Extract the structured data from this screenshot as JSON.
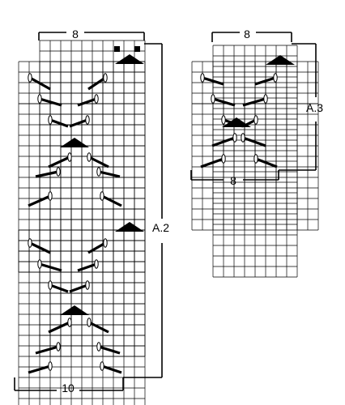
{
  "diagrams": {
    "a2": {
      "name": "A.2",
      "top_width_label": "8",
      "bottom_width_label": "10"
    },
    "a3": {
      "name": "A.3",
      "top_width_label": "8",
      "bottom_width_label": "8"
    }
  },
  "symbols": {
    "decrease": "black triangle (double decrease)",
    "cable": "slanted cable stitch",
    "squares": "black squares (no stitch)"
  }
}
